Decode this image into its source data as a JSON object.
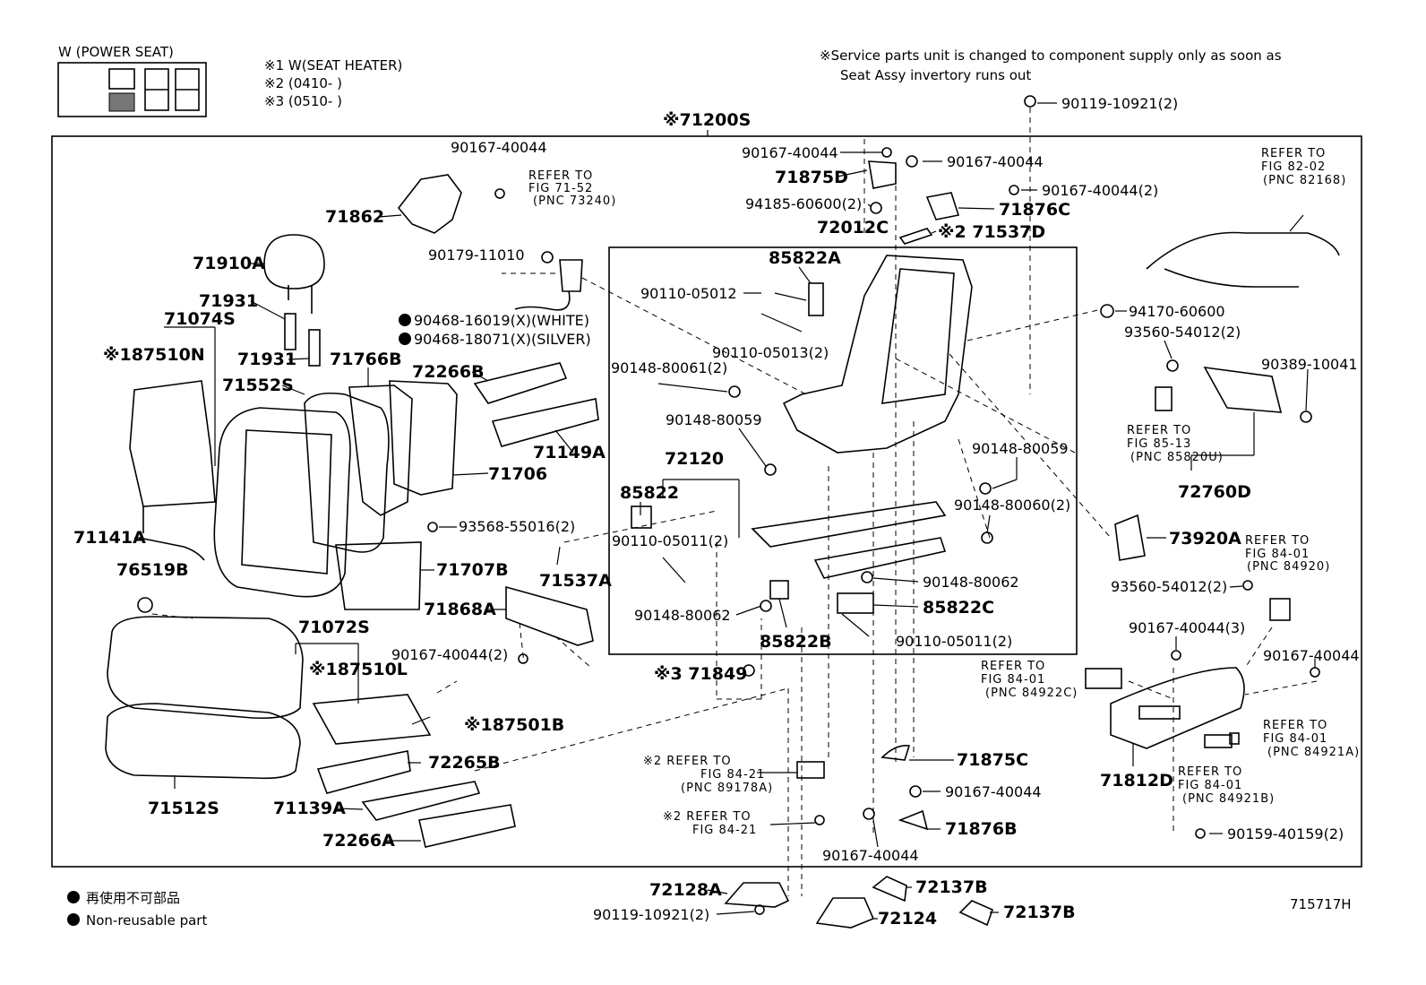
{
  "header": {
    "variant_label": "W (POWER SEAT)",
    "notes": [
      "※1 W(SEAT HEATER)",
      "※2 (0410-    )",
      "※3 (0510-    )"
    ],
    "service_note_line1": "※Service parts unit is changed to component supply only as soon as",
    "service_note_line2": "Seat Assy invertory runs out"
  },
  "assembly_label": "※71200S",
  "parts": {
    "p71862": "71862",
    "p71910A": "71910A",
    "p71931a": "71931",
    "p71074S": "71074S",
    "p187510N": "※187510N",
    "p71931b": "71931",
    "p71766B": "71766B",
    "p71552S": "71552S",
    "p72266B": "72266B",
    "p71149A": "71149A",
    "p71706": "71706",
    "p71141A": "71141A",
    "p93568": "93568-55016(2)",
    "p76519B": "76519B",
    "p71707B": "71707B",
    "p71537A": "71537A",
    "p71868A": "71868A",
    "p71072S": "71072S",
    "p187510L": "※187510L",
    "p90167_2": "90167-40044(2)",
    "p187501B": "※187501B",
    "p72265B": "72265B",
    "p71512S": "71512S",
    "p71139A": "71139A",
    "p72266A": "72266A",
    "p71849": "※3 71849",
    "p90167_top": "90167-40044",
    "p90179": "90179-11010",
    "p90468a": "90468-16019(X)(WHITE)",
    "p90468b": "90468-18071(X)(SILVER)",
    "p90167_c1": "90167-40044",
    "p71875D": "71875D",
    "p94185": "94185-60600(2)",
    "p72012C": "72012C",
    "p90167_c2": "90167-40044",
    "p90167_c3": "90167-40044(2)",
    "p71876C": "71876C",
    "p71537D": "※2 71537D",
    "p90119_top": "90119-10921(2)",
    "p85822A": "85822A",
    "p90110_05012": "90110-05012",
    "p90110_05013": "90110-05013(2)",
    "p90148_80061": "90148-80061(2)",
    "p90148_80059a": "90148-80059",
    "p72120": "72120",
    "p85822": "85822",
    "p90110_05011a": "90110-05011(2)",
    "p90148_80062a": "90148-80062",
    "p85822B": "85822B",
    "p90148_80062b": "90148-80062",
    "p85822C": "85822C",
    "p90110_05011b": "90110-05011(2)",
    "p90148_80059b": "90148-80059",
    "p90148_80060": "90148-80060(2)",
    "p94170": "94170-60600",
    "p93560a": "93560-54012(2)",
    "p90389": "90389-10041",
    "p72760D": "72760D",
    "p73920A": "73920A",
    "p93560b": "93560-54012(2)",
    "p90167_r1": "90167-40044(3)",
    "p90167_r2": "90167-40044",
    "p71812D": "71812D",
    "p90159": "90159-40159(2)",
    "p71875C": "71875C",
    "p90167_b1": "90167-40044",
    "p71876B": "71876B",
    "p90167_b2": "90167-40044",
    "p72128A": "72128A",
    "p90119_bot": "90119-10921(2)",
    "p72124": "72124",
    "p72137B_a": "72137B",
    "p72137B_b": "72137B"
  },
  "references": {
    "r71_52": [
      "REFER TO",
      "FIG 71-52",
      "(PNC 73240)"
    ],
    "r82_02": [
      "REFER TO",
      "FIG 82-02",
      "(PNC 82168)"
    ],
    "r85_13": [
      "REFER TO",
      "FIG 85-13",
      "(PNC 85820U)"
    ],
    "r84_01a": [
      "REFER TO",
      "FIG 84-01",
      "(PNC 84920)"
    ],
    "r84_01b": [
      "REFER TO",
      "FIG 84-01",
      "(PNC 84922C)"
    ],
    "r84_01c": [
      "REFER TO",
      "FIG 84-01",
      "(PNC 84921A)"
    ],
    "r84_01d": [
      "REFER TO",
      "FIG 84-01",
      "(PNC 84921B)"
    ],
    "r84_21a": [
      "※2 REFER TO",
      "FIG 84-21",
      "(PNC 89178A)"
    ],
    "r84_21b": [
      "※2 REFER TO",
      "FIG 84-21"
    ]
  },
  "legend": {
    "line1": "再使用不可部品",
    "line2": "Non-reusable part"
  },
  "figure_id": "715717H"
}
